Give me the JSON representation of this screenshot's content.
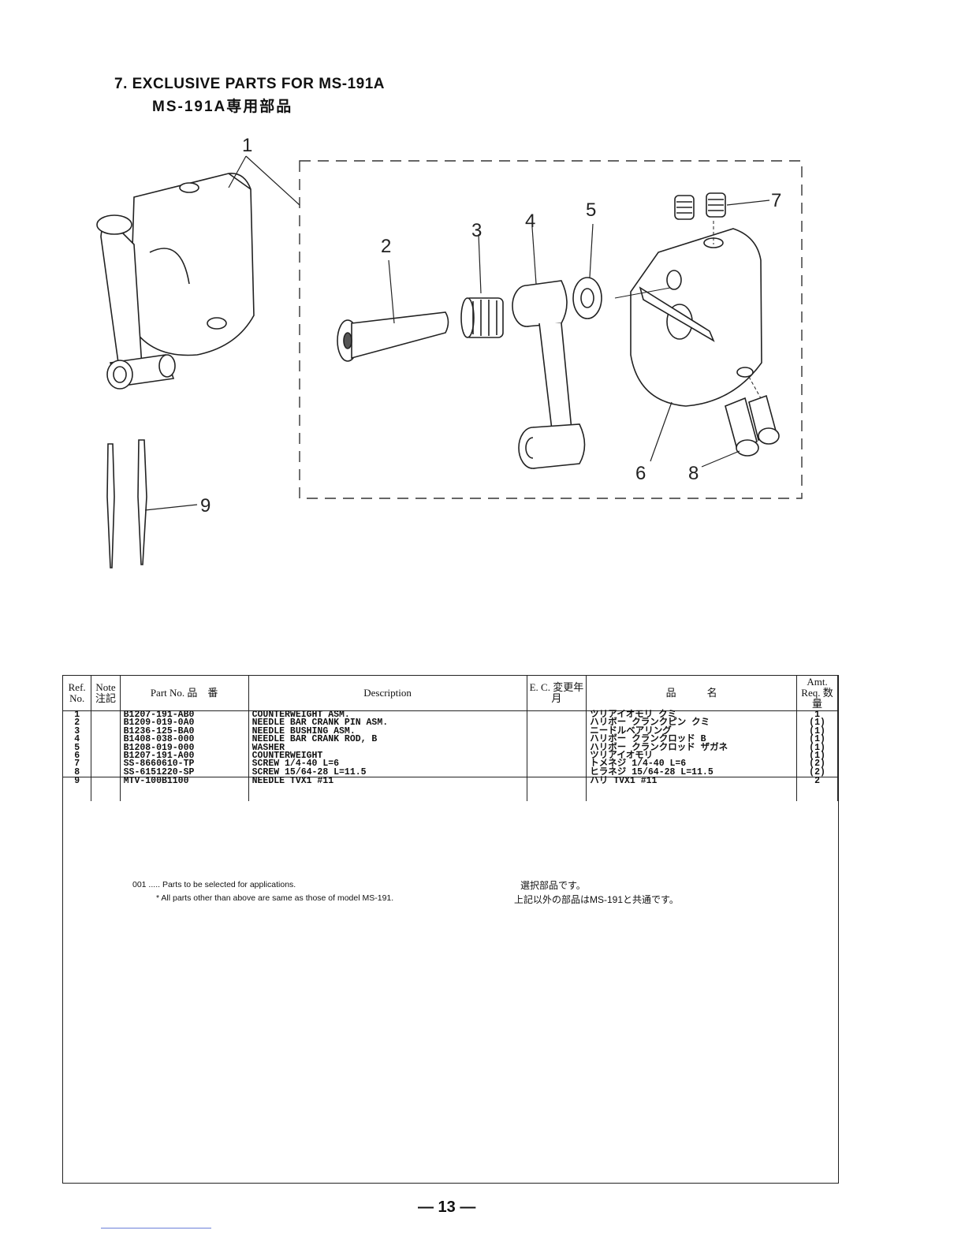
{
  "heading": {
    "title_en": "7.  EXCLUSIVE PARTS FOR MS-191A",
    "title_jp": "MS-191A専用部品"
  },
  "figure": {
    "callouts": [
      "1",
      "2",
      "3",
      "4",
      "5",
      "6",
      "7",
      "8",
      "9"
    ]
  },
  "table": {
    "headers": {
      "ref": "Ref. No.",
      "note": "Note 注記",
      "part_no": "Part No. 品　番",
      "description": "Description",
      "ec": "E. C. 変更年月",
      "name_jp": "品　　　名",
      "amt": "Amt. Req. 数量"
    },
    "rows": [
      {
        "ref": "1",
        "note": "",
        "part_no": "B1207-191-AB0",
        "description": "COUNTERWEIGHT ASM.",
        "ec": "",
        "name_jp": "ツリアイオモリ クミ",
        "amt": "1"
      },
      {
        "ref": "2",
        "note": "",
        "part_no": "B1209-019-0A0",
        "description": "NEEDLE BAR CRANK PIN ASM.",
        "ec": "",
        "name_jp": "ハリボー クランクピン クミ",
        "amt": "(1)"
      },
      {
        "ref": "3",
        "note": "",
        "part_no": "B1236-125-BA0",
        "description": "NEEDLE BUSHING ASM.",
        "ec": "",
        "name_jp": "ニードルベアリング",
        "amt": "(1)"
      },
      {
        "ref": "4",
        "note": "",
        "part_no": "B1408-038-000",
        "description": "NEEDLE BAR CRANK ROD, B",
        "ec": "",
        "name_jp": "ハリボー クランクロッド B",
        "amt": "(1)"
      },
      {
        "ref": "5",
        "note": "",
        "part_no": "B1208-019-000",
        "description": "WASHER",
        "ec": "",
        "name_jp": "ハリボー クランクロッド ザガネ",
        "amt": "(1)"
      },
      {
        "ref": "6",
        "note": "",
        "part_no": "B1207-191-A00",
        "description": "COUNTERWEIGHT",
        "ec": "",
        "name_jp": "ツリアイオモリ",
        "amt": "(1)"
      },
      {
        "ref": "7",
        "note": "",
        "part_no": "SS-8660610-TP",
        "description": "SCREW  1/4-40 L=6",
        "ec": "",
        "name_jp": "トメネジ 1/4-40 L=6",
        "amt": "(2)"
      },
      {
        "ref": "8",
        "note": "",
        "part_no": "SS-6151220-SP",
        "description": "SCREW 15/64-28 L=11.5",
        "ec": "",
        "name_jp": "ヒラネジ   15/64-28 L=11.5",
        "amt": "(2)"
      },
      {
        "ref": "9",
        "note": "",
        "part_no": "MTV-100B1100",
        "description": "NEEDLE TVX1 #11",
        "ec": "",
        "name_jp": "ハリ TVX1 #11",
        "amt": "2"
      }
    ]
  },
  "notes": {
    "line1_en": "001 ..... Parts to be selected for applications.",
    "line2_en": "* All parts other than above are same as those of model MS-191.",
    "line1_jp": "選択部品です。",
    "line2_jp": "上記以外の部品はMS-191と共通です。"
  },
  "page_number": "— 13 —"
}
